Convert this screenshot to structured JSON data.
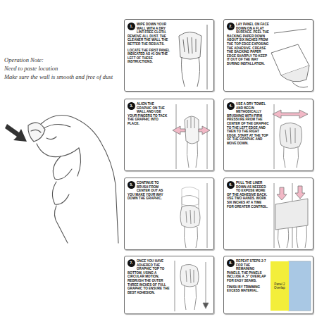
{
  "diagram": {
    "nodes": [
      {
        "text": [
          "1.",
          "WIPE DOWN YOUR WALL WITH A DRY LINT-FREE CLOTH. REMOVE ALL DUST. THE CLEANER THE WALL THE BETTER THE RESULTS.",
          "LOCATE THE FIRST PANEL INDICATED AS #1 ON THE LEFT OF THESE INSTRUCTIONS."
        ]
      },
      {
        "text": [
          "2.",
          "LAY PANEL ON FACE DOWN ON A FLAT SURFACE. PEEL THE BACKING PAPER DOWN ABOUT SIX INCHES FROM THE TOP EDGE EXPOSING THE ADHESIVE. CREASE THE BACKING PAPER EDGE SHARPLY TO KEEP IT OUT OF THE WAY DURING INSTALLATION."
        ]
      },
      {
        "text": [
          "3.",
          "ALIGN THE GRAPHIC ON THE WALL AND USE YOUR FINGERS TO TACK THE GRAPHIC INTO PLACE."
        ]
      },
      {
        "text": [
          "4.",
          "USE A DRY TOWEL AND BEGIN METHODICALLY BRUSHING WITH FIRM PRESSURE FROM THE CENTER OF THE GRAPHIC TO THE LEFT EDGE AND THEN TO THE RIGHT EDGE. START AT THE TOP OF THE GRAPHIC AND MOVE DOWN."
        ]
      },
      {
        "text": [
          "5.",
          "CONTINUE TO BRUSH FROM CENTER OUT AS YOU MAKE YOUR WAY DOWN THE GRAPHIC."
        ]
      },
      {
        "text": [
          "6.",
          "PULL THE LINER DOWN AS NEEDED TO EXPOSE MORE OF THE ADHESIVE BACK. USE TWO HANDS. WORK SIX INCHES AT A TIME FOR GREATER CONTROL."
        ]
      },
      {
        "text": [
          "7.",
          "ONCE YOU HAVE ADHERED THE GRAPHIC TOP TO BOTTOM, USING A CIRCULAR MOTION, REBRUSH THE OUTER THREE INCHES OF FULL GRAPHIC TO ENSURE THE BEST ADHESION."
        ]
      },
      {
        "text": [
          "8.",
          "REPEAT STEPS 2-7 FOR THE REMAINING PANELS. THE PANELS INCLUDE A .5\" OVERLAP FOR EASY SEAMS.",
          "FINISH BY TRIMMING EXCESS MATERIAL."
        ]
      },
      {
        "text": [
          "Panel 2 Overlap"
        ],
        "in": 7
      }
    ],
    "labels": [
      "Operation Note:",
      "Need to paste location",
      "Make sure the wall is smooth and free of dust"
    ]
  }
}
